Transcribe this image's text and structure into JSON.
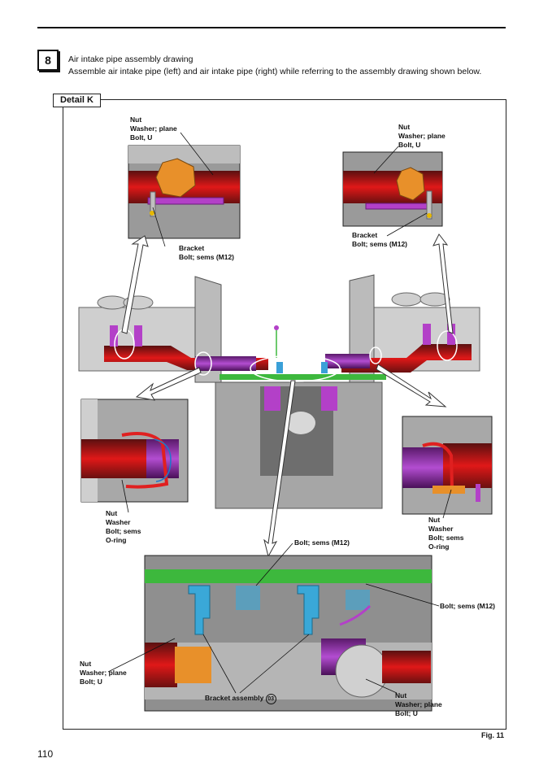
{
  "step": {
    "number": "8",
    "title": "Air intake pipe assembly drawing",
    "description": "Assemble air intake pipe (left) and air intake pipe (right) while referring to the assembly drawing shown below."
  },
  "detail_label": "Detail K",
  "callouts": {
    "top_left_a": "Nut\nWasher; plane\nBolt, U",
    "top_left_b": "Bracket\nBolt; sems (M12)",
    "top_right_a": "Nut\nWasher; plane\nBolt, U",
    "top_right_b": "Bracket\nBolt; sems (M12)",
    "mid_left": "Nut\nWasher\nBolt; sems\nO-ring",
    "mid_right": "Nut\nWasher\nBolt; sems\nO-ring",
    "bottom_bolt_top": "Bolt; sems (M12)",
    "bottom_bolt_right": "Bolt; sems (M12)",
    "bottom_left": "Nut\nWasher; plane\nBolt; U",
    "bottom_bracket": "Bracket assembly",
    "bottom_bracket_num": "03",
    "bottom_right": "Nut\nWasher; plane\nBolt; U"
  },
  "figure_label": "Fig. 11",
  "page_number": "110"
}
